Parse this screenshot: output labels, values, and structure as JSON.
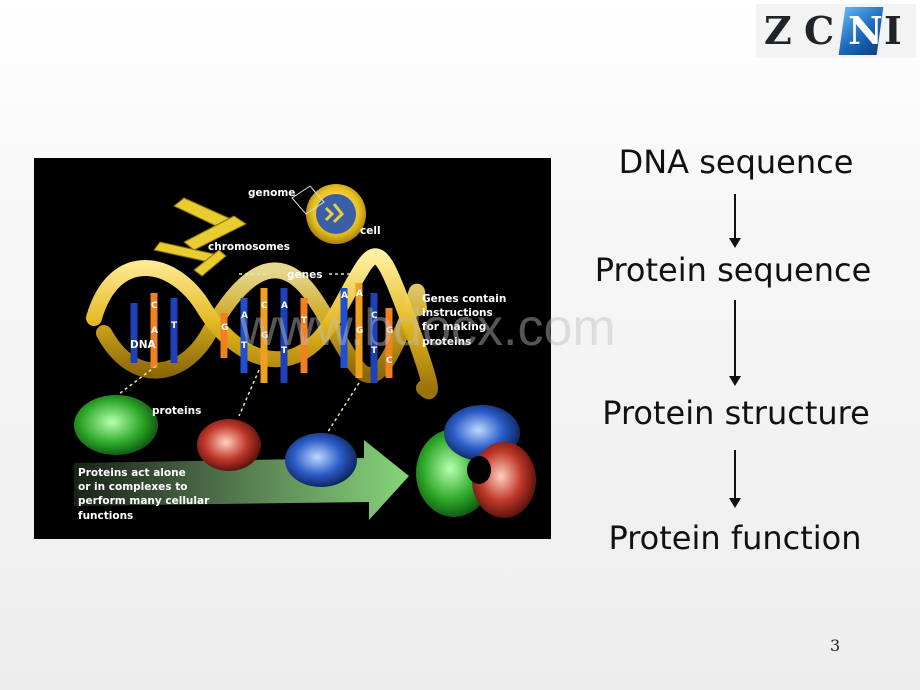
{
  "logo": {
    "letters": [
      "Z",
      "C",
      "N",
      "I"
    ]
  },
  "figure": {
    "labels": {
      "genome": "genome",
      "cell": "cell",
      "chromosomes": "chromosomes",
      "genes": "genes",
      "dna": "DNA",
      "proteins": "proteins",
      "genes_note": "Genes contain\ninstructions\nfor making\nproteins",
      "proteins_note": "Proteins act alone\nor in complexes to\nperform many cellular\nfunctions"
    },
    "bases": [
      "C",
      "A",
      "T",
      "G",
      "A",
      "T",
      "C",
      "G",
      "A",
      "T",
      "T",
      "A",
      "A",
      "G",
      "C",
      "T",
      "G",
      "C"
    ]
  },
  "watermark": "www.bdocx.com",
  "flow": {
    "steps": [
      "DNA sequence",
      "Protein sequence",
      "Protein structure",
      "Protein function"
    ]
  },
  "page_number": "3",
  "colors": {
    "background": "#f2f2f2",
    "text": "#111111",
    "logo_blue": "#1c68bb"
  }
}
